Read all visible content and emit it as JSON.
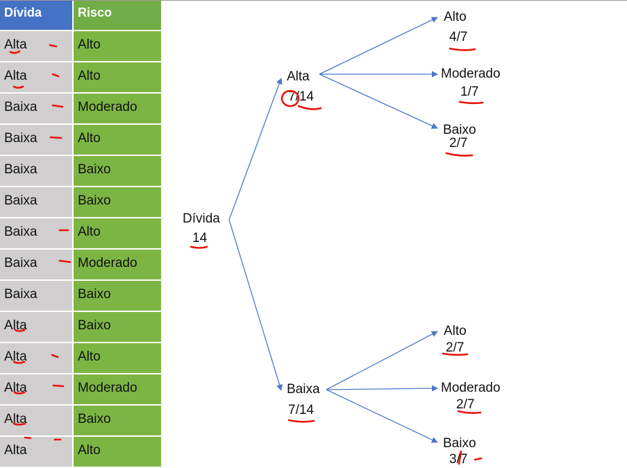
{
  "table": {
    "headers": {
      "divida": "Dívida",
      "risco": "Risco"
    },
    "rows": [
      {
        "divida": "Alta",
        "risco": "Alto"
      },
      {
        "divida": "Alta",
        "risco": "Alto"
      },
      {
        "divida": "Baixa",
        "risco": "Moderado"
      },
      {
        "divida": "Baixa",
        "risco": "Alto"
      },
      {
        "divida": "Baixa",
        "risco": "Baixo"
      },
      {
        "divida": "Baixa",
        "risco": "Baixo"
      },
      {
        "divida": "Baixa",
        "risco": "Alto"
      },
      {
        "divida": "Baixa",
        "risco": "Moderado"
      },
      {
        "divida": "Baixa",
        "risco": "Baixo"
      },
      {
        "divida": "Alta",
        "risco": "Baixo"
      },
      {
        "divida": "Alta",
        "risco": "Alto"
      },
      {
        "divida": "Alta",
        "risco": "Moderado"
      },
      {
        "divida": "Alta",
        "risco": "Baixo"
      },
      {
        "divida": "Alta",
        "risco": "Alto"
      }
    ]
  },
  "tree": {
    "root": {
      "label": "Dívida",
      "count": "14"
    },
    "alta": {
      "label": "Alta",
      "fraction": "7/14",
      "children": [
        {
          "label": "Alto",
          "fraction": "4/7"
        },
        {
          "label": "Moderado",
          "fraction": "1/7"
        },
        {
          "label": "Baixo",
          "fraction": "2/7"
        }
      ]
    },
    "baixa": {
      "label": "Baixa",
      "fraction": "7/14",
      "children": [
        {
          "label": "Alto",
          "fraction": "2/7"
        },
        {
          "label": "Moderado",
          "fraction": "2/7"
        },
        {
          "label": "Baixo",
          "fraction": "3/7"
        }
      ]
    }
  },
  "colors": {
    "header_divida": "#4472c4",
    "header_risco": "#70ad47",
    "cell_divida": "#d0cece",
    "cell_risco": "#7db545",
    "arrow": "#4a78c8",
    "annotation": "#e8140c"
  }
}
